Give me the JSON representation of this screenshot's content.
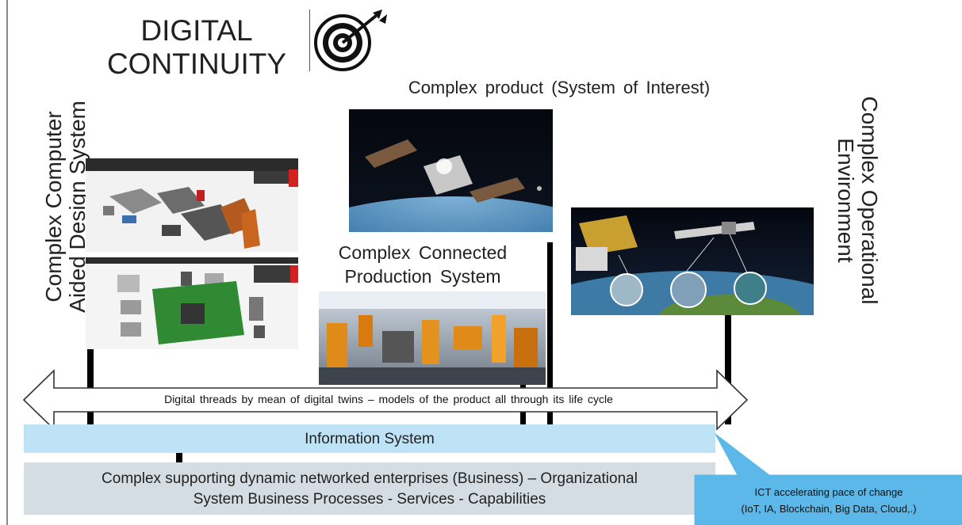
{
  "title": {
    "line1": "DIGITAL",
    "line2": "CONTINUITY"
  },
  "cad_label": {
    "line1": "Complex Computer",
    "line2": "Aided Design System"
  },
  "product_label": "Complex product (System of Interest)",
  "production_label": {
    "line1": "Complex Connected",
    "line2": "Production System"
  },
  "environment_label": {
    "line1": "Complex Operational",
    "line2": "Environment"
  },
  "thread_label": "Digital threads by mean of digital twins – models of the product all through its life cycle",
  "information_system": "Information System",
  "business": {
    "line1": "Complex supporting dynamic networked enterprises (Business) – Organizational",
    "line2": "System Business Processes - Services - Capabilities"
  },
  "callout": {
    "line1": "ICT accelerating pace of change",
    "line2": "(IoT, IA, Blockchain, Big Data, Cloud,.)"
  },
  "colors": {
    "information_bar": "#bfe3f6",
    "business_bar": "#d4dde3",
    "callout_fill": "#5bb8e8",
    "arrow_stroke": "#333333"
  },
  "icons": [
    "target-icon"
  ]
}
